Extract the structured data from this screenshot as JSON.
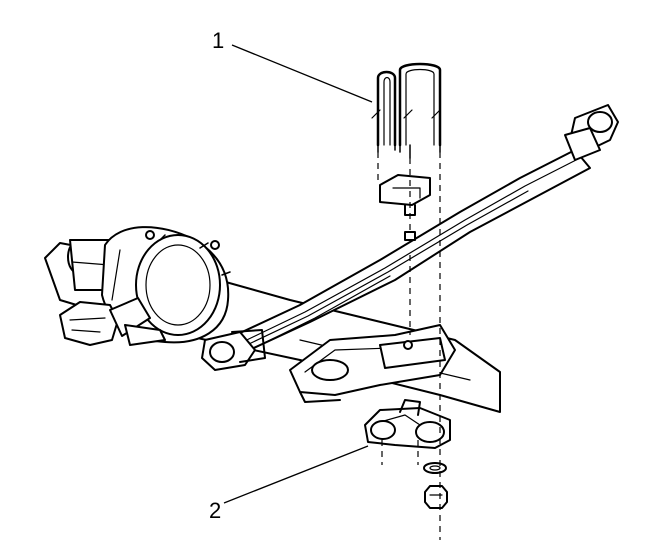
{
  "callouts": [
    {
      "id": "1",
      "label": "1",
      "part": "u-bolt"
    },
    {
      "id": "2",
      "label": "2",
      "part": "u-bolt-retainer-plate"
    }
  ],
  "colors": {
    "line": "#000000",
    "fill": "#ffffff"
  }
}
